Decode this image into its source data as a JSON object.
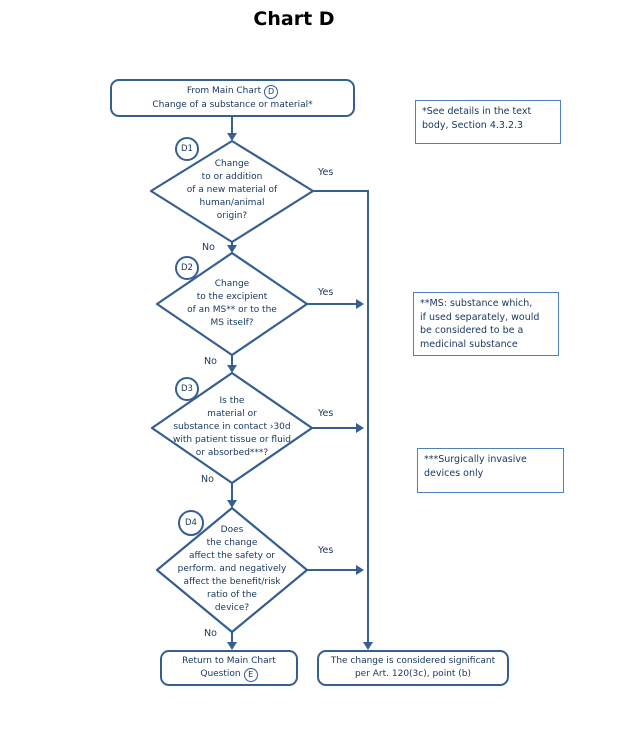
{
  "title": "Chart D",
  "colors": {
    "line": "#365f91",
    "note_border": "#4f81bd",
    "text": "#17365d",
    "title_text": "#000000"
  },
  "start": {
    "line1": "From Main Chart",
    "badge": "D",
    "line2": "Change of a substance or material*"
  },
  "decisions": [
    {
      "id": "D1",
      "question": "Change\nto or addition\nof a new material of\nhuman/animal\norigin?",
      "yes_label": "Yes",
      "no_label": "No"
    },
    {
      "id": "D2",
      "question": "Change\nto the excipient\nof an MS** or to the\nMS itself?",
      "yes_label": "Yes",
      "no_label": "No"
    },
    {
      "id": "D3",
      "question": "Is the\nmaterial or\nsubstance in contact ›30d\nwith patient tissue or fluid\nor absorbed***?",
      "yes_label": "Yes",
      "no_label": "No"
    },
    {
      "id": "D4",
      "question": "Does\nthe change\naffect the safety or\nperform. and negatively\naffect the benefit/risk\nratio of the\ndevice?",
      "yes_label": "Yes",
      "no_label": "No"
    }
  ],
  "notes": [
    "*See details in the text\nbody, Section 4.3.2.3",
    "**MS: substance which,\nif used separately, would\nbe considered to be a\nmedicinal substance",
    "***Surgically invasive\ndevices only"
  ],
  "end_return": {
    "line1": "Return to Main Chart",
    "line2_prefix": "Question",
    "badge": "E"
  },
  "end_significant": {
    "text": "The change is considered significant\nper Art. 120(3c), point (b)"
  }
}
